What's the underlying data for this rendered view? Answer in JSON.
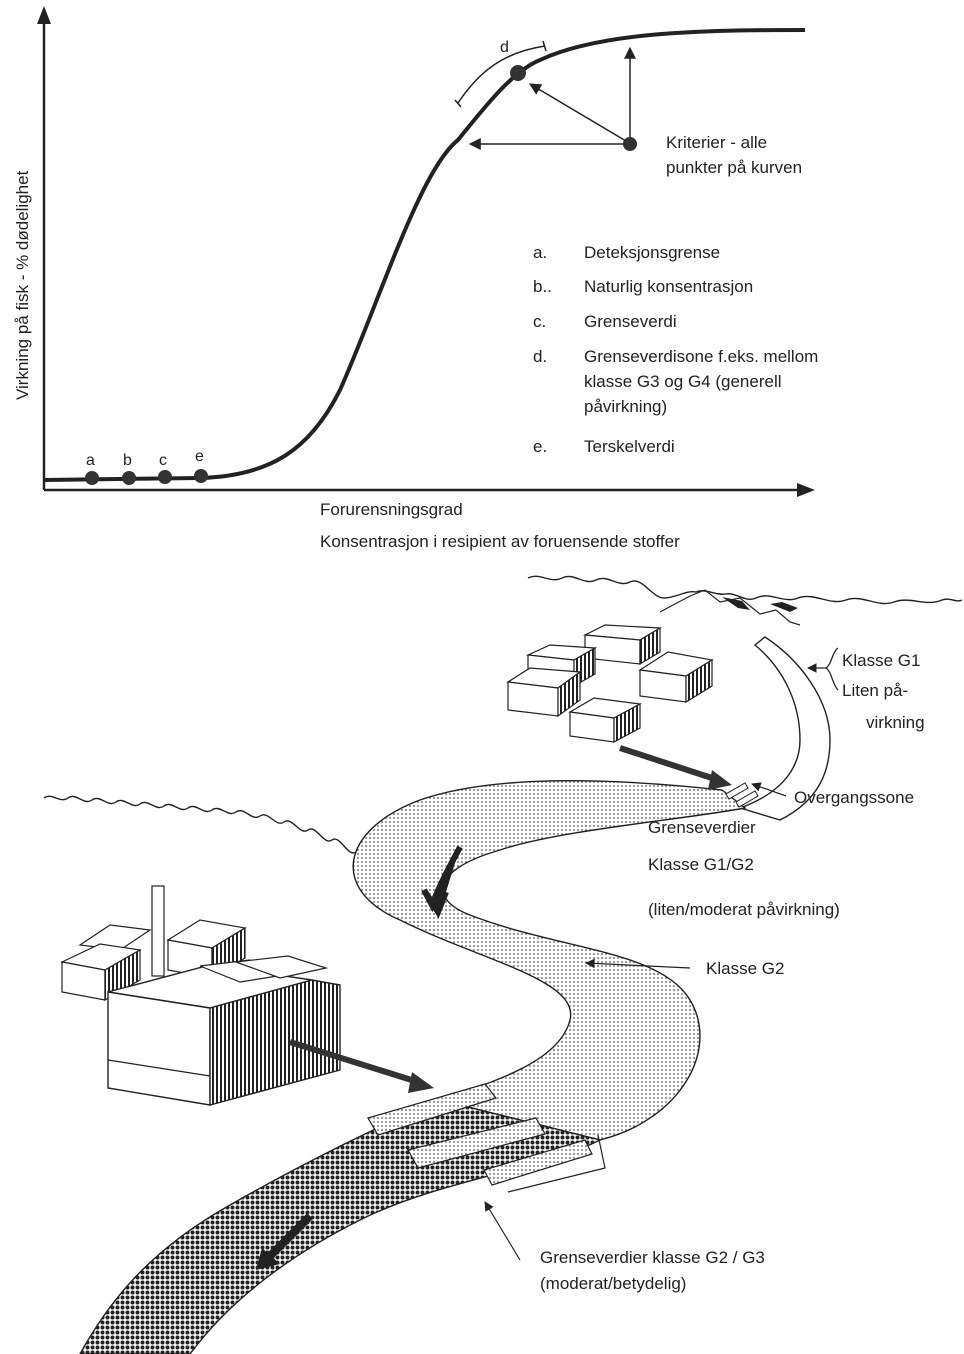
{
  "chart": {
    "y_axis_label": "Virkning på fisk - % dødelighet",
    "x_axis_label": "Forurensningsgrad",
    "x_axis_sublabel": "Konsentrasjon i resipient av foruensende stoffer",
    "points": {
      "a": "a",
      "b": "b",
      "c": "c",
      "e": "e",
      "d": "d"
    },
    "criteria": [
      "Kriterier - alle",
      "punkter på kurven"
    ],
    "legend": [
      {
        "key": "a.",
        "lines": [
          "Deteksjonsgrense"
        ]
      },
      {
        "key": "b..",
        "lines": [
          "Naturlig konsentrasjon"
        ]
      },
      {
        "key": "c.",
        "lines": [
          "Grenseverdi"
        ]
      },
      {
        "key": "d.",
        "lines": [
          "Grenseverdisone f.eks. mellom",
          "klasse G3 og G4 (generell",
          "påvirkning)"
        ]
      },
      {
        "key": "e.",
        "lines": [
          "Terskelverdi"
        ]
      }
    ]
  },
  "river": {
    "klasse_g1": "Klasse G1",
    "liten_pa": "Liten på-",
    "virkning": "virkning",
    "overgangssone": "Overgangssone",
    "grenseverdier": "Grenseverdier",
    "klasse_g1_g2": "Klasse G1/G2",
    "liten_moderat": "(liten/moderat påvirkning)",
    "klasse_g2": "Klasse G2",
    "g2_g3": "Grenseverdier klasse G2 / G3",
    "moderat_betydelig": "(moderat/betydelig)"
  },
  "colors": {
    "ink": "#222222",
    "paper": "#ffffff",
    "light_dot": "#b9b9b9",
    "dark_dot": "#4a4a4a"
  }
}
